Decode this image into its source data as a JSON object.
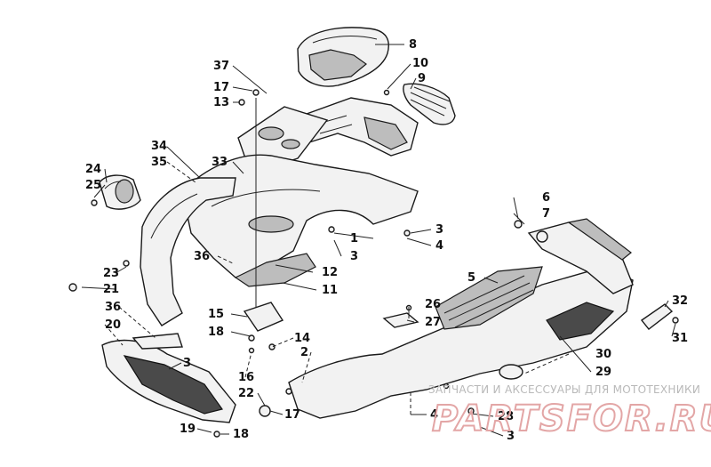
{
  "labels": {
    "p1": "1",
    "p2": "2",
    "p3a": "3",
    "p3b": "3",
    "p3c": "3",
    "p3d": "3",
    "p4a": "4",
    "p4b": "4",
    "p5": "5",
    "p6": "6",
    "p7": "7",
    "p8": "8",
    "p9": "9",
    "p10": "10",
    "p11": "11",
    "p12": "12",
    "p13": "13",
    "p14": "14",
    "p15": "15",
    "p16": "16",
    "p17a": "17",
    "p17b": "17",
    "p18a": "18",
    "p18b": "18",
    "p19": "19",
    "p20": "20",
    "p21": "21",
    "p22": "22",
    "p23": "23",
    "p24": "24",
    "p25": "25",
    "p26": "26",
    "p27": "27",
    "p28": "28",
    "p29": "29",
    "p30": "30",
    "p31": "31",
    "p32": "32",
    "p33": "33",
    "p34": "34",
    "p35": "35",
    "p36a": "36",
    "p36b": "36",
    "p37": "37"
  },
  "watermark": {
    "tagline": "ЗАПЧАСТИ И АКСЕССУАРЫ ДЛЯ МОТОТЕХНИКИ",
    "logo": "PARTSFOR.RU"
  }
}
